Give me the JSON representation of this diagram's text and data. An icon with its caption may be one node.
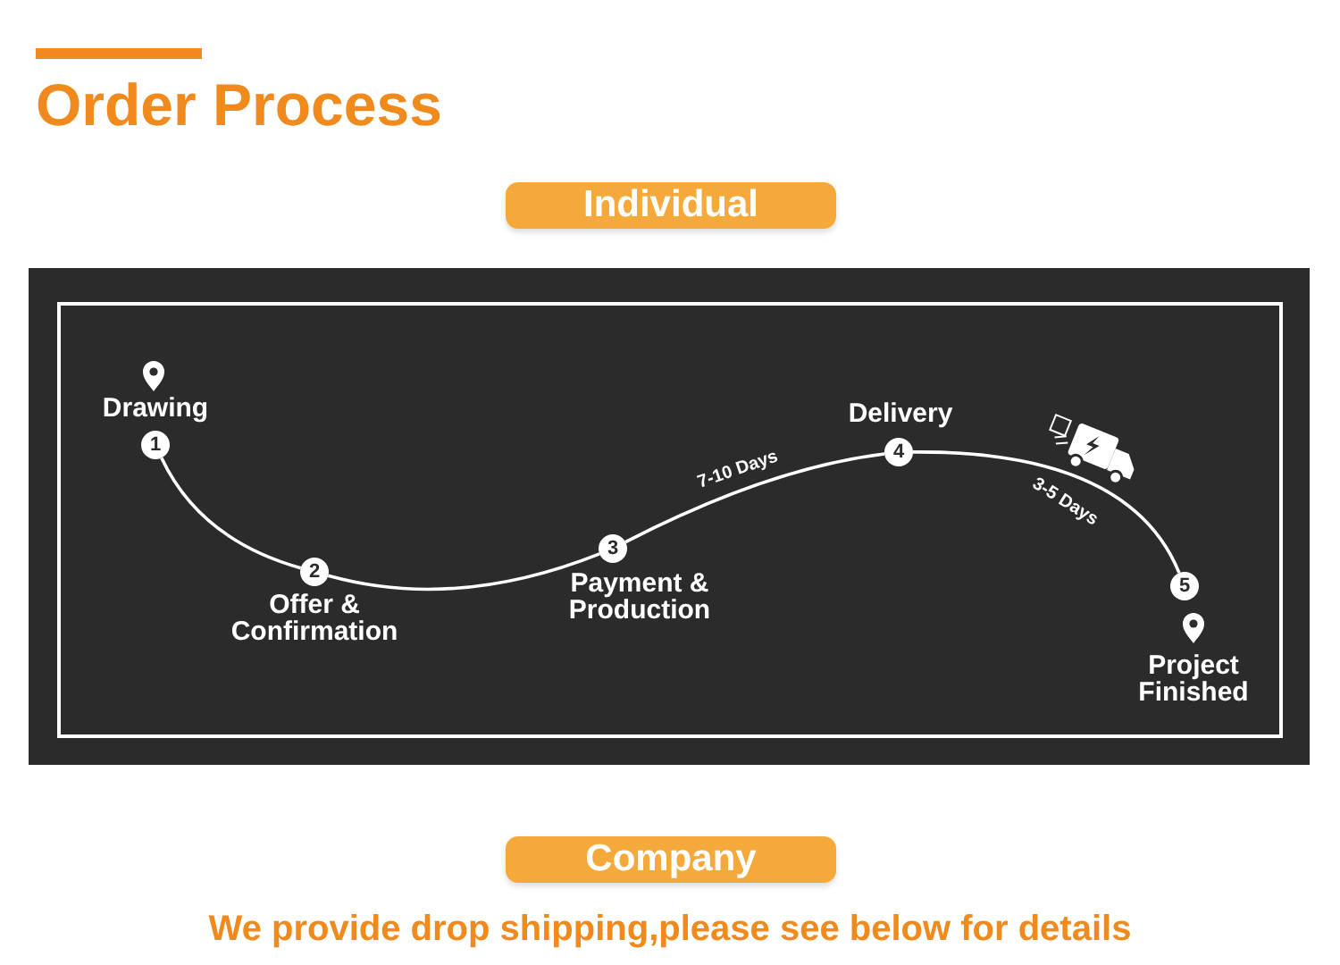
{
  "diagram": {
    "title": "Order Process",
    "nodes": [
      {
        "text": [
          "Individual"
        ]
      },
      {
        "text": [
          "1"
        ],
        "beside": [
          "Drawing"
        ]
      },
      {
        "text": [
          "2"
        ],
        "beside": [
          "Offer & Confirmation"
        ]
      },
      {
        "text": [
          "3"
        ],
        "beside": [
          "Payment & Production"
        ]
      },
      {
        "text": [
          "4"
        ],
        "beside": [
          "Delivery"
        ]
      },
      {
        "text": [
          "5"
        ],
        "beside": [
          "Project Finished"
        ]
      },
      {
        "text": [
          "Company"
        ]
      }
    ],
    "edges": [
      {
        "from": 1,
        "to": 2,
        "arrow": "none"
      },
      {
        "from": 2,
        "to": 3,
        "arrow": "none"
      },
      {
        "from": 3,
        "to": 4,
        "arrow": "none",
        "label": "7-10 Days"
      },
      {
        "from": 4,
        "to": 5,
        "arrow": "none",
        "label": "3-5 Days"
      }
    ],
    "labels": [
      "We provide drop shipping,please see below for details"
    ]
  }
}
